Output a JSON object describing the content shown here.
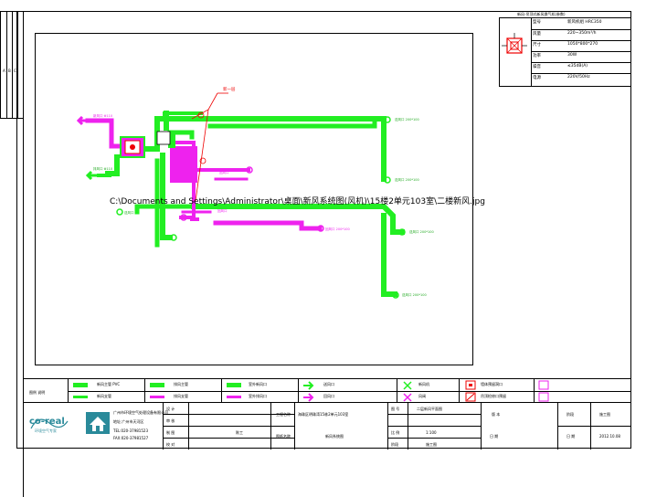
{
  "callout_label": "新一层",
  "file_path": "C:\\Documents and Settings\\Administrator\\桌面\\新风系统图(风机)\\15楼2单元103室\\二楼新风.jpg",
  "left_strip_marks": [
    "A",
    "B",
    "C"
  ],
  "unit_table": {
    "title": "新风-吊顶式新风换气机(参数)",
    "rows": [
      {
        "label": "型号",
        "value": "新风机组 HRC350"
      },
      {
        "label": "风量",
        "value": "220~350m³/h"
      },
      {
        "label": "尺寸",
        "value": "1050*800*270"
      },
      {
        "label": "功率",
        "value": "30W"
      },
      {
        "label": "噪音",
        "value": "≤35dB(A)"
      },
      {
        "label": "电源",
        "value": "220V/50Hz"
      }
    ]
  },
  "legend": {
    "title": "图例 说明",
    "items": [
      {
        "symbol": "green-duct",
        "label": "新风主管 PVC"
      },
      {
        "symbol": "green-duct-thin",
        "label": "新风支管"
      },
      {
        "symbol": "magenta-duct",
        "label": "排风主管"
      },
      {
        "symbol": "magenta-duct-thin",
        "label": "排风支管"
      },
      {
        "symbol": "fresh-arrow",
        "label": "室外新风口"
      },
      {
        "symbol": "exhaust-arrow",
        "label": "室外排风口"
      },
      {
        "symbol": "green-outlet",
        "label": "送风口"
      },
      {
        "symbol": "magenta-outlet",
        "label": "回风口"
      },
      {
        "symbol": "unit-box",
        "label": "新风机"
      },
      {
        "symbol": "valve-box",
        "label": "风阀"
      },
      {
        "symbol": "wall-box",
        "label": "墙体预留洞口"
      },
      {
        "symbol": "wall-box-2",
        "label": "吊顶检修口预留"
      }
    ]
  },
  "title_block": {
    "company": "广州市环境空气处理设备有限公司",
    "company_sub": "地址:广州市天河区",
    "phone1": "TEL:020-37981523",
    "phone2": "FAX:020-37981527",
    "logo_text": "co-real",
    "logo_sub": "环境空气专家",
    "rows_left": [
      "设 计",
      "审 核",
      "制 图",
      "校 对"
    ],
    "designer": "陈工",
    "project_label": "工程名称",
    "project_name": "海珠区明珠湾15栋2单元103室",
    "drawing_label": "图纸名称",
    "drawing_name": "新风系统图",
    "number_label": "图 号",
    "number_value": "二层新风平面图",
    "scale_label": "比 例",
    "scale_value": "1:100",
    "stage_label": "阶段",
    "stage_value": "施工图",
    "date_label": "日 期",
    "date_value": "2012.10.08",
    "sheet_label": "版 本"
  },
  "outlet_labels": {
    "right_top": "送风口 200*100",
    "right_mid": "送风口 200*100",
    "right_low": "送风口 200*100",
    "right_bottom": "送风口 200*100",
    "left_top": "新风口 Φ110",
    "left_bottom": "排风口 Φ110",
    "center_low": "回风口",
    "center_mag": "回风口 200*100",
    "center_mag2": "回风口",
    "bottom_left": "送风口"
  },
  "colors": {
    "fresh": "#22ee22",
    "exhaust": "#ee22ee",
    "callout": "#ee0000"
  }
}
